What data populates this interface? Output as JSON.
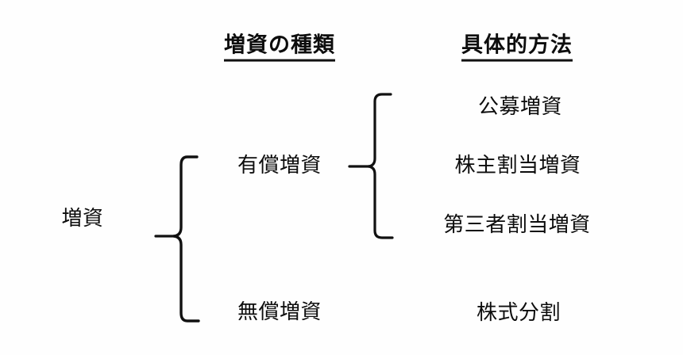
{
  "diagram": {
    "title_text": "増資",
    "background_color": "#fefefe",
    "line_color": "#111111",
    "headers": {
      "types": "増資の種類",
      "methods": "具体的方法"
    },
    "root": {
      "label": "増資"
    },
    "types": [
      {
        "id": "paid",
        "label": "有償増資"
      },
      {
        "id": "free",
        "label": "無償増資"
      }
    ],
    "methods": {
      "paid": [
        {
          "id": "public",
          "label": "公募増資"
        },
        {
          "id": "shareholder-allotment",
          "label": "株主割当増資"
        },
        {
          "id": "third-party-allotment",
          "label": "第三者割当増資"
        }
      ],
      "free": [
        {
          "id": "stock-split",
          "label": "株式分割"
        }
      ]
    }
  }
}
